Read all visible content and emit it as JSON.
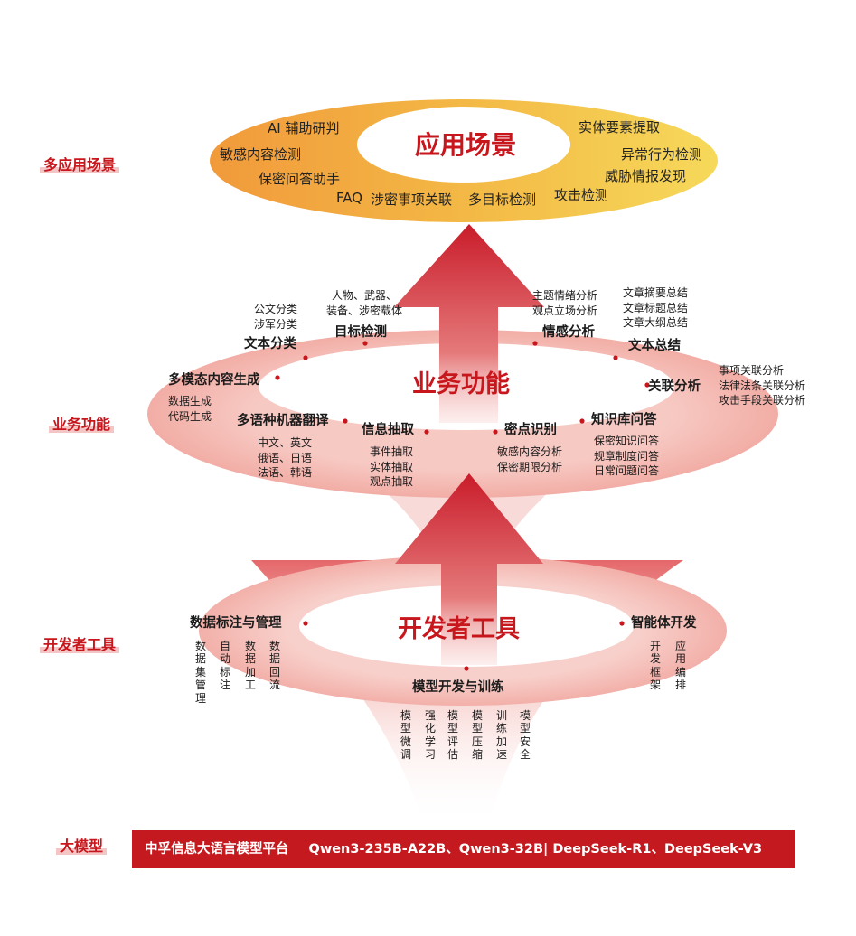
{
  "side_labels": [
    "多应用场景",
    "业务功能",
    "开发者工具",
    "大模型"
  ],
  "application_ring": {
    "title": "应用场景",
    "items": [
      "AI 辅助研判",
      "敏感内容检测",
      "保密问答助手",
      "FAQ",
      "涉密事项关联",
      "多目标检测",
      "攻击检测",
      "威胁情报发现",
      "异常行为检测",
      "实体要素提取"
    ]
  },
  "business_ring": {
    "title": "业务功能",
    "groups": [
      {
        "head": "文本分类",
        "subs": [
          "公文分类",
          "涉军分类"
        ]
      },
      {
        "head": "目标检测",
        "subs": [
          "人物、武器、",
          "装备、涉密载体"
        ]
      },
      {
        "head": "情感分析",
        "subs": [
          "主题情绪分析",
          "观点立场分析"
        ]
      },
      {
        "head": "文本总结",
        "subs": [
          "文章摘要总结",
          "文章标题总结",
          "文章大纲总结"
        ]
      },
      {
        "head": "关联分析",
        "subs": [
          "事项关联分析",
          "法律法条关联分析",
          "攻击手段关联分析"
        ]
      },
      {
        "head": "多模态内容生成",
        "subs": [
          "数据生成",
          "代码生成"
        ]
      },
      {
        "head": "多语种机器翻译",
        "subs": [
          "中文、英文",
          "俄语、日语",
          "法语、韩语"
        ]
      },
      {
        "head": "信息抽取",
        "subs": [
          "事件抽取",
          "实体抽取",
          "观点抽取"
        ]
      },
      {
        "head": "密点识别",
        "subs": [
          "敏感内容分析",
          "保密期限分析"
        ]
      },
      {
        "head": "知识库问答",
        "subs": [
          "保密知识问答",
          "规章制度问答",
          "日常问题问答"
        ]
      }
    ]
  },
  "developer_ring": {
    "title": "开发者工具",
    "groups": [
      {
        "head": "数据标注与管理",
        "subs": [
          "数据集管理",
          "自动标注",
          "数据加工",
          "数据回流"
        ]
      },
      {
        "head": "智能体开发",
        "subs": [
          "开发框架",
          "应用编排"
        ]
      },
      {
        "head": "模型开发与训练",
        "subs": [
          "模型微调",
          "强化学习",
          "模型评估",
          "模型压缩",
          "训练加速",
          "模型安全"
        ]
      }
    ]
  },
  "model_banner": {
    "platform": "中孚信息大语言模型平台",
    "models": "Qwen3-235B-A22B、Qwen3-32B| DeepSeek-R1、DeepSeek-V3"
  },
  "colors": {
    "brand_red": "#c8161d",
    "banner_red": "#c41a1f",
    "app_ring_orange": "#f0a23a",
    "app_ring_yellow": "#f4d257",
    "ring_pink": "#f2b4ae",
    "arrow_red": "#cf2230"
  }
}
